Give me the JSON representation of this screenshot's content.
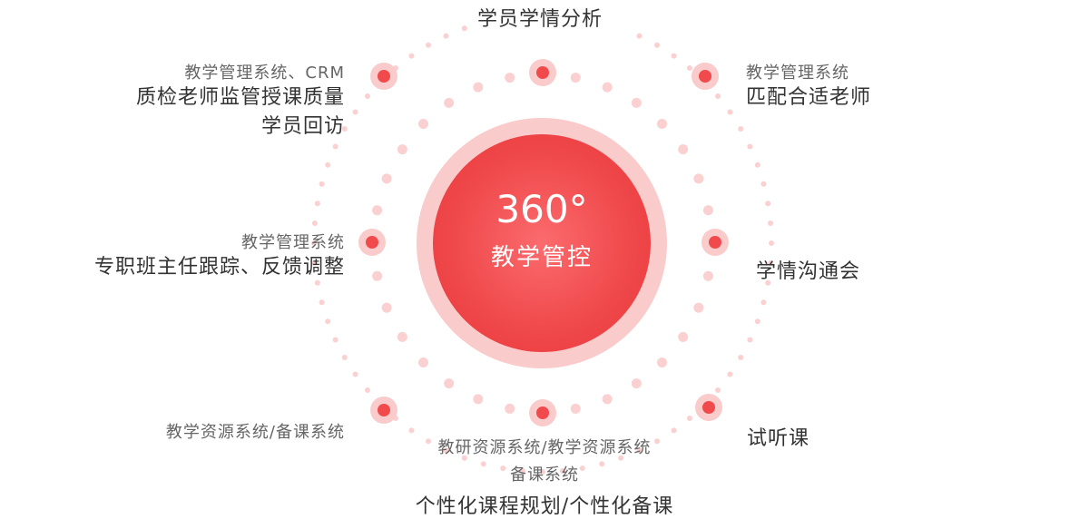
{
  "center": {
    "value": "360°",
    "title": "教学管控"
  },
  "nodes": [
    {
      "main": "学员学情分析"
    },
    {
      "sub": "教学管理系统",
      "main": "匹配合适老师"
    },
    {
      "main": "学情沟通会"
    },
    {
      "main": "试听课"
    },
    {
      "sub": "教研资源系统/教学资源系统",
      "sub2": "备课系统",
      "main": "个性化课程规划/个性化备课"
    },
    {
      "sub": "教学资源系统/备课系统"
    },
    {
      "sub": "教学管理系统",
      "main": "专职班主任跟踪、反馈调整"
    },
    {
      "sub": "教学管理系统、CRM",
      "main": "质检老师监管授课质量",
      "main2": "学员回访"
    }
  ],
  "colors": {
    "accent": "#f04a4c",
    "halo": "#f9cbcb",
    "dot": "#fbd0d0"
  }
}
